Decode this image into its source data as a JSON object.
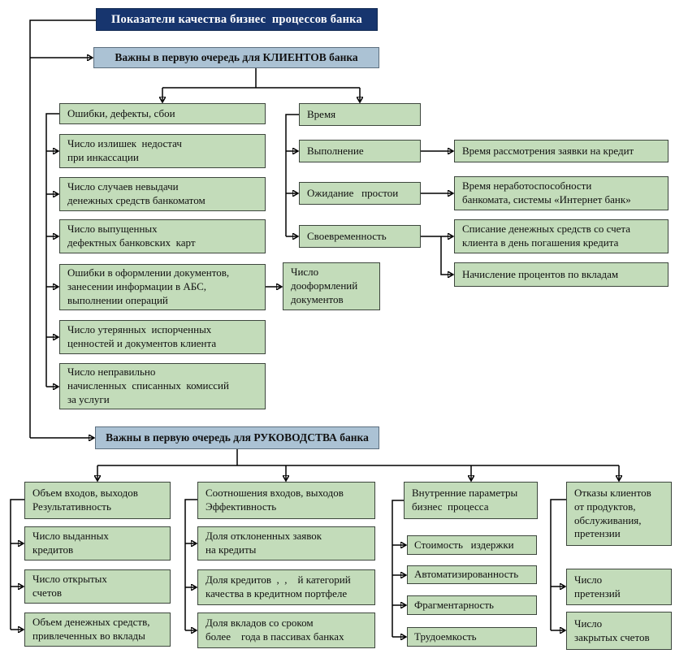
{
  "title": "Показатели качества бизнес  процессов банка",
  "clients": {
    "header": "Важны в первую очередь для КЛИЕНТОВ банка",
    "defects_head": "Ошибки, дефекты, сбои",
    "defects_items": [
      "Число излишек  недостач\nпри инкассации",
      "Число случаев невыдачи\nденежных средств банкоматом",
      "Число выпущенных\nдефектных банковских  карт",
      "Ошибки в оформлении документов,\nзанесении информации в АБС,\nвыполнении операций",
      "Число утерянных  испорченных\nценностей и документов клиента",
      "Число неправильно\nначисленных  списанных  комиссий\nза услуги"
    ],
    "defects_note": "Число\nдооформлений\nдокументов",
    "time_head": "Время",
    "time_items": [
      "Выполнение",
      "Ожидание   простои",
      "Своевременность"
    ],
    "time_metrics": [
      "Время рассмотрения заявки на кредит",
      "Время неработоспособности\nбанкомата, системы «Интернет банк»",
      "Списание денежных средств со счета\nклиента в день погашения кредита",
      "Начисление процентов по вкладам"
    ]
  },
  "management": {
    "header": "Важны в первую очередь для РУКОВОДСТВА банка",
    "columns": [
      {
        "head": "Объем входов, выходов\nРезультативность",
        "items": [
          "Число выданных\nкредитов",
          "Число открытых\nсчетов",
          "Объем денежных средств,\nпривлеченных во вклады"
        ]
      },
      {
        "head": "Соотношения входов, выходов\nЭффективность",
        "items": [
          "Доля отклоненных заявок\nна кредиты",
          "Доля кредитов  ,  ,    й категорий\nкачества в кредитном портфеле",
          "Доля вкладов со сроком\nболее    года в пассивах банках"
        ]
      },
      {
        "head": "Внутренние параметры\nбизнес  процесса",
        "items": [
          "Стоимость   издержки",
          "Автоматизированность",
          "Фрагментарность",
          "Трудоемкость"
        ]
      },
      {
        "head": "Отказы клиентов\nот продуктов,\nобслуживания,\nпретензии",
        "items": [
          "Число\nпретензий",
          "Число\nзакрытых счетов"
        ]
      }
    ]
  },
  "colors": {
    "navy": "#17356e",
    "light_blue": "#abc2d4",
    "green": "#c3dcba"
  }
}
